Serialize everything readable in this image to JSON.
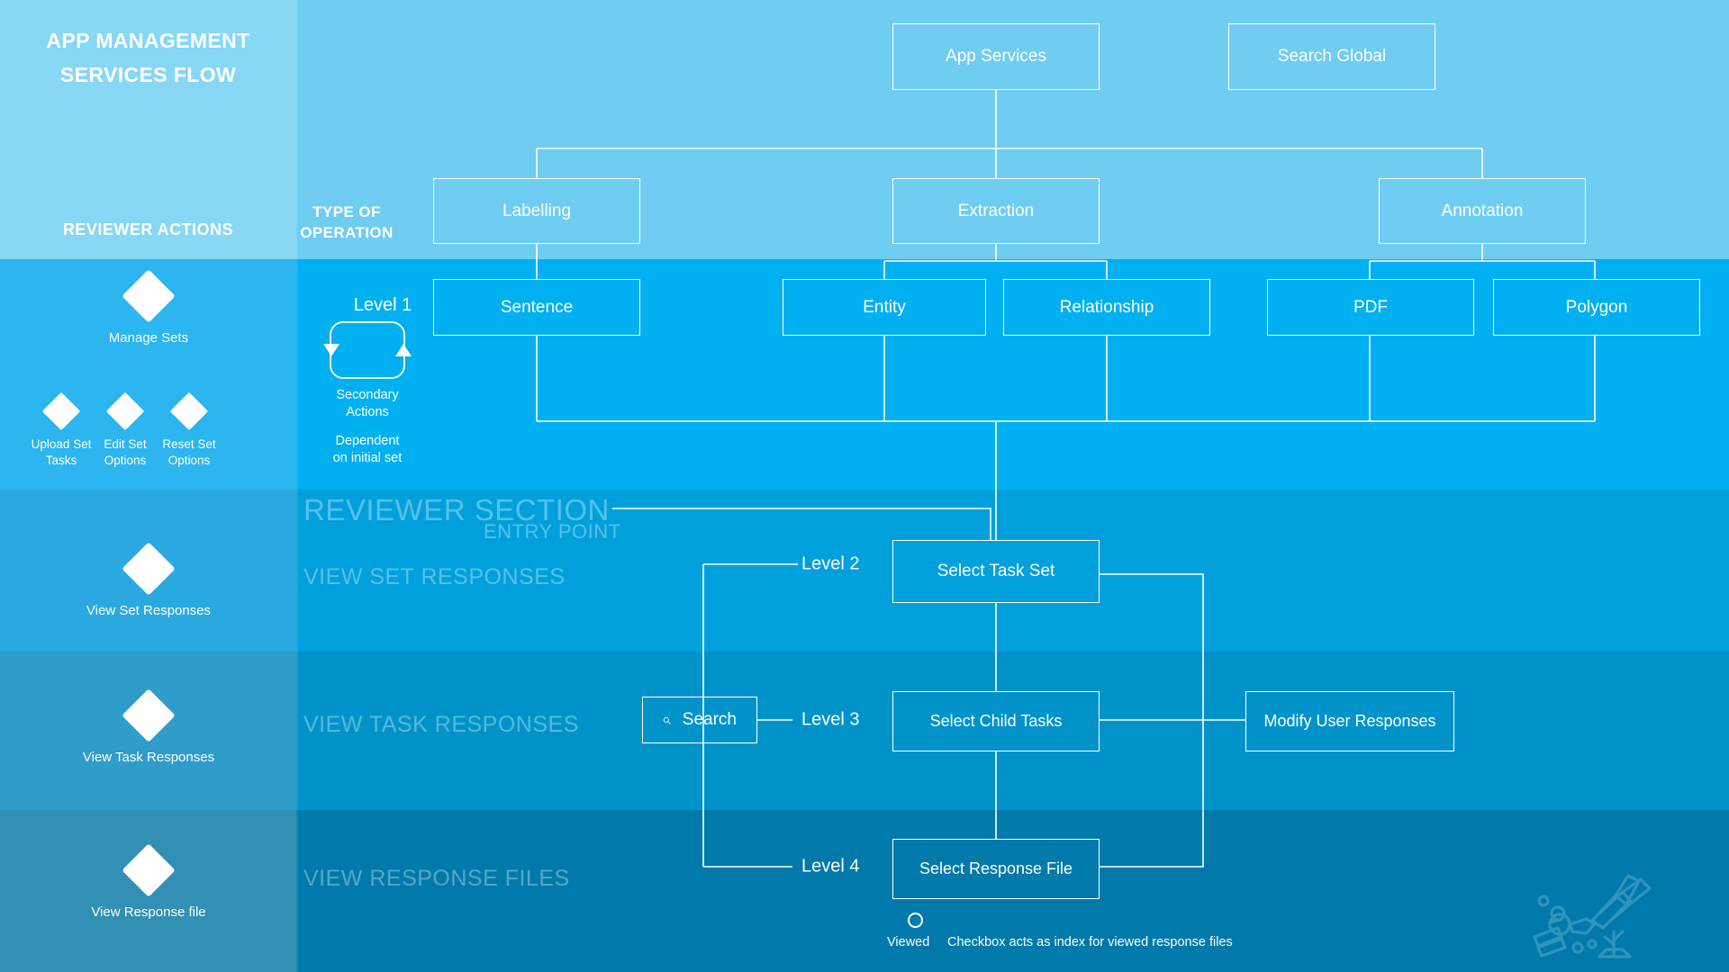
{
  "sidebar": {
    "title_line1": "APP MANAGEMENT",
    "title_line2": "SERVICES FLOW",
    "section_label": "REVIEWER ACTIONS",
    "items": [
      {
        "label": "Manage Sets",
        "icon": "diamond-icon"
      },
      {
        "label": "Upload Set\nTasks",
        "icon": "diamond-icon"
      },
      {
        "label": "Edit Set\nOptions",
        "icon": "diamond-icon"
      },
      {
        "label": "Reset Set\nOptions",
        "icon": "diamond-icon"
      },
      {
        "label": "View Set Responses",
        "icon": "diamond-icon"
      },
      {
        "label": "View Task Responses",
        "icon": "diamond-icon"
      },
      {
        "label": "View Response file",
        "icon": "diamond-icon"
      }
    ]
  },
  "canvas": {
    "top_boxes": [
      {
        "label": "App Services"
      },
      {
        "label": "Search Global"
      }
    ],
    "type_of_operation_label": "TYPE OF\nOPERATION",
    "operation_boxes": [
      {
        "label": "Labelling"
      },
      {
        "label": "Extraction"
      },
      {
        "label": "Annotation"
      }
    ],
    "level1_label": "Level 1",
    "level1_boxes": [
      {
        "label": "Sentence"
      },
      {
        "label": "Entity"
      },
      {
        "label": "Relationship"
      },
      {
        "label": "PDF"
      },
      {
        "label": "Polygon"
      }
    ],
    "secondary_actions_label": "Secondary\nActions",
    "dependent_note": "Dependent\non initial set",
    "reviewer_section_title": "REVIEWER SECTION",
    "entry_point_label": "ENTRY POINT",
    "ghost_bands": [
      "VIEW SET RESPONSES",
      "VIEW TASK RESPONSES",
      "VIEW RESPONSE FILES"
    ],
    "level2_label": "Level 2",
    "level3_label": "Level 3",
    "level4_label": "Level 4",
    "flow_boxes": [
      {
        "label": "Select Task Set"
      },
      {
        "label": "Select Child Tasks"
      },
      {
        "label": "Modify User Responses"
      },
      {
        "label": "Select Response File"
      }
    ],
    "search": {
      "label": "Search",
      "icon": "search-icon"
    },
    "viewed_checkbox": {
      "icon": "circle-checkbox-icon",
      "label": "Viewed",
      "note": "Checkbox acts as index for viewed response files"
    },
    "decoration": {
      "icon": "scuba-diver-icon"
    }
  },
  "colors": {
    "band_0": "#6fcdf2",
    "band_1": "#00b0f0",
    "band_2": "#00a0dc",
    "band_3": "#0093c9",
    "band_4": "#0079ab",
    "line": "#ffffff"
  }
}
